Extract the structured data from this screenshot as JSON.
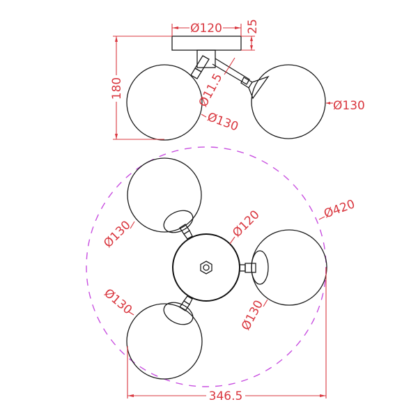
{
  "drawing": {
    "colors": {
      "object_line": "#1a1a1a",
      "dimension": "#d9363e",
      "centerline_dashed": "#c84fe0",
      "background": "#ffffff"
    },
    "side_view": {
      "canopy_diameter_label": "Ø120",
      "canopy_height_label": "25",
      "overall_height_label": "180",
      "arm_diameter_label": "Ø11.5",
      "left_globe_label": "Ø130",
      "right_globe_label": "Ø130"
    },
    "bottom_view": {
      "canopy_diameter_label": "Ø120",
      "overall_circle_label": "Ø420",
      "globe_top_left_label": "Ø130",
      "globe_bottom_left_label": "Ø130",
      "globe_right_label": "Ø130",
      "overall_width_label": "346.5"
    }
  }
}
